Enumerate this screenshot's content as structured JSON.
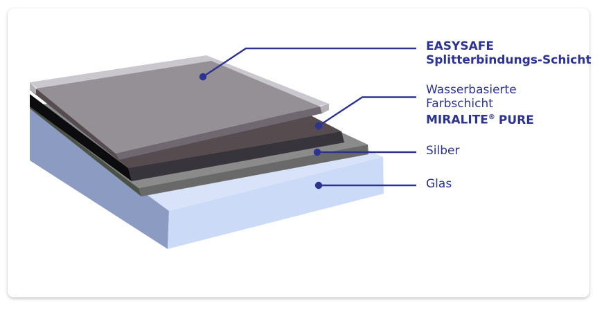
{
  "colors": {
    "navy": "#2c3391",
    "film_top": "#cac8ce",
    "film_edge": "#b3b0b6",
    "film_front_edge": "#6f6870",
    "easysafe_surface": "#949095",
    "paint_top": "#564c4f",
    "paint_front": "#38343b",
    "paint_side": "#0c0b0d",
    "silver_top": "#8b8b8b",
    "silver_front": "#696969",
    "silver_side": "#4b5146",
    "glass_top": "#d8e2f8",
    "glass_front": "#cbdaf7",
    "glass_side": "#8c9bc1"
  },
  "labels": {
    "easysafe": {
      "line1": "EASYSAFE",
      "line2": "Splitterbindungs-Schicht"
    },
    "paint": {
      "line1": "Wasserbasierte",
      "line2": "Farbschicht",
      "brand": "MIRALITE",
      "reg": "®",
      "suffix": "PURE"
    },
    "silver": {
      "text": "Silber"
    },
    "glass": {
      "text": "Glas"
    }
  }
}
